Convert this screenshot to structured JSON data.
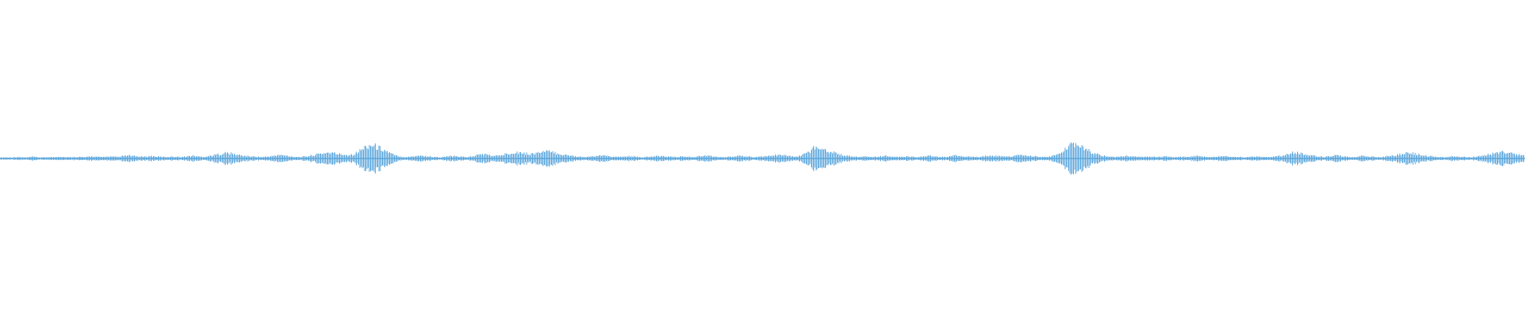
{
  "waveform": {
    "color": "#5aa6dc",
    "background": "#ffffff",
    "peaks": [
      0.04,
      0.05,
      0.04,
      0.06,
      0.05,
      0.04,
      0.07,
      0.05,
      0.04,
      0.06,
      0.05,
      0.08,
      0.06,
      0.05,
      0.07,
      0.06,
      0.05,
      0.09,
      0.07,
      0.06,
      0.08,
      0.07,
      0.06,
      0.1,
      0.12,
      0.09,
      0.08,
      0.07,
      0.1,
      0.08,
      0.07,
      0.06,
      0.08,
      0.07,
      0.06,
      0.09,
      0.11,
      0.08,
      0.07,
      0.1,
      0.14,
      0.18,
      0.22,
      0.2,
      0.16,
      0.12,
      0.1,
      0.08,
      0.07,
      0.06,
      0.08,
      0.1,
      0.14,
      0.12,
      0.09,
      0.07,
      0.06,
      0.08,
      0.12,
      0.16,
      0.2,
      0.24,
      0.22,
      0.18,
      0.16,
      0.14,
      0.18,
      0.3,
      0.45,
      0.55,
      0.48,
      0.4,
      0.3,
      0.18,
      0.1,
      0.07,
      0.06,
      0.09,
      0.12,
      0.1,
      0.08,
      0.06,
      0.05,
      0.07,
      0.1,
      0.08,
      0.07,
      0.06,
      0.08,
      0.14,
      0.18,
      0.14,
      0.1,
      0.12,
      0.16,
      0.22,
      0.26,
      0.24,
      0.2,
      0.18,
      0.22,
      0.26,
      0.28,
      0.24,
      0.2,
      0.16,
      0.12,
      0.1,
      0.08,
      0.06,
      0.07,
      0.1,
      0.12,
      0.1,
      0.08,
      0.06,
      0.07,
      0.09,
      0.08,
      0.06,
      0.05,
      0.07,
      0.08,
      0.1,
      0.09,
      0.07,
      0.06,
      0.08,
      0.07,
      0.06,
      0.08,
      0.12,
      0.1,
      0.08,
      0.06,
      0.05,
      0.07,
      0.08,
      0.1,
      0.08,
      0.07,
      0.06,
      0.08,
      0.1,
      0.12,
      0.14,
      0.12,
      0.1,
      0.08,
      0.1,
      0.18,
      0.3,
      0.48,
      0.4,
      0.34,
      0.26,
      0.2,
      0.14,
      0.1,
      0.08,
      0.06,
      0.08,
      0.07,
      0.06,
      0.08,
      0.1,
      0.08,
      0.07,
      0.06,
      0.08,
      0.07,
      0.06,
      0.09,
      0.11,
      0.08,
      0.07,
      0.06,
      0.08,
      0.12,
      0.1,
      0.08,
      0.07,
      0.06,
      0.08,
      0.1,
      0.12,
      0.1,
      0.08,
      0.07,
      0.1,
      0.14,
      0.12,
      0.1,
      0.08,
      0.06,
      0.07,
      0.1,
      0.14,
      0.26,
      0.44,
      0.56,
      0.5,
      0.38,
      0.3,
      0.2,
      0.14,
      0.1,
      0.08,
      0.06,
      0.08,
      0.1,
      0.08,
      0.07,
      0.06,
      0.08,
      0.07,
      0.06,
      0.08,
      0.06,
      0.05,
      0.07,
      0.06,
      0.08,
      0.1,
      0.08,
      0.07,
      0.06,
      0.08,
      0.1,
      0.08,
      0.07,
      0.06,
      0.05,
      0.07,
      0.08,
      0.06,
      0.05,
      0.07,
      0.09,
      0.12,
      0.18,
      0.24,
      0.22,
      0.18,
      0.14,
      0.1,
      0.08,
      0.07,
      0.09,
      0.12,
      0.1,
      0.08,
      0.06,
      0.07,
      0.1,
      0.08,
      0.07,
      0.06,
      0.08,
      0.1,
      0.14,
      0.16,
      0.2,
      0.22,
      0.18,
      0.14,
      0.1,
      0.08,
      0.06,
      0.05,
      0.07,
      0.1,
      0.08,
      0.06,
      0.05,
      0.07,
      0.1,
      0.14,
      0.18,
      0.22,
      0.26,
      0.24,
      0.2,
      0.16,
      0.12
    ]
  }
}
